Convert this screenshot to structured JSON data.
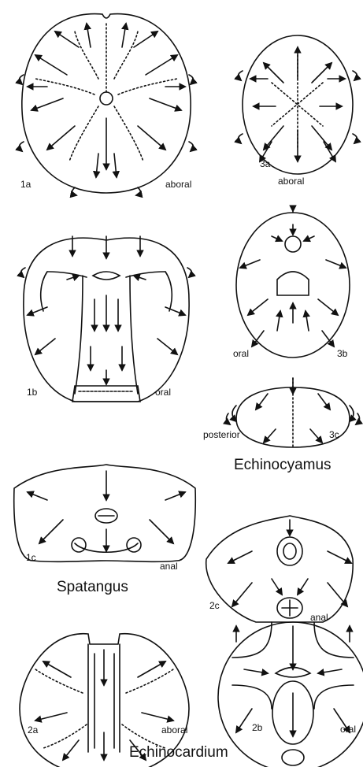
{
  "colors": {
    "ink": "#111111",
    "paper": "#ffffff"
  },
  "figures": [
    {
      "id": "1a",
      "label": "1a",
      "view": "aboral"
    },
    {
      "id": "3a",
      "label": "3a",
      "view": "aboral"
    },
    {
      "id": "1b",
      "label": "1b",
      "view": "oral"
    },
    {
      "id": "3b",
      "label": "3b",
      "view": "oral"
    },
    {
      "id": "3c",
      "label": "3c",
      "view": "posterior"
    },
    {
      "id": "1c",
      "label": "1c",
      "view": "anal"
    },
    {
      "id": "2c",
      "label": "2c",
      "view": "anal"
    },
    {
      "id": "2a",
      "label": "2a",
      "view": "aboral"
    },
    {
      "id": "2b",
      "label": "2b",
      "view": "oral"
    }
  ],
  "genera": {
    "echinocyamus": "Echinocyamus",
    "spatangus": "Spatangus",
    "echinocardium": "Echinocardium"
  }
}
